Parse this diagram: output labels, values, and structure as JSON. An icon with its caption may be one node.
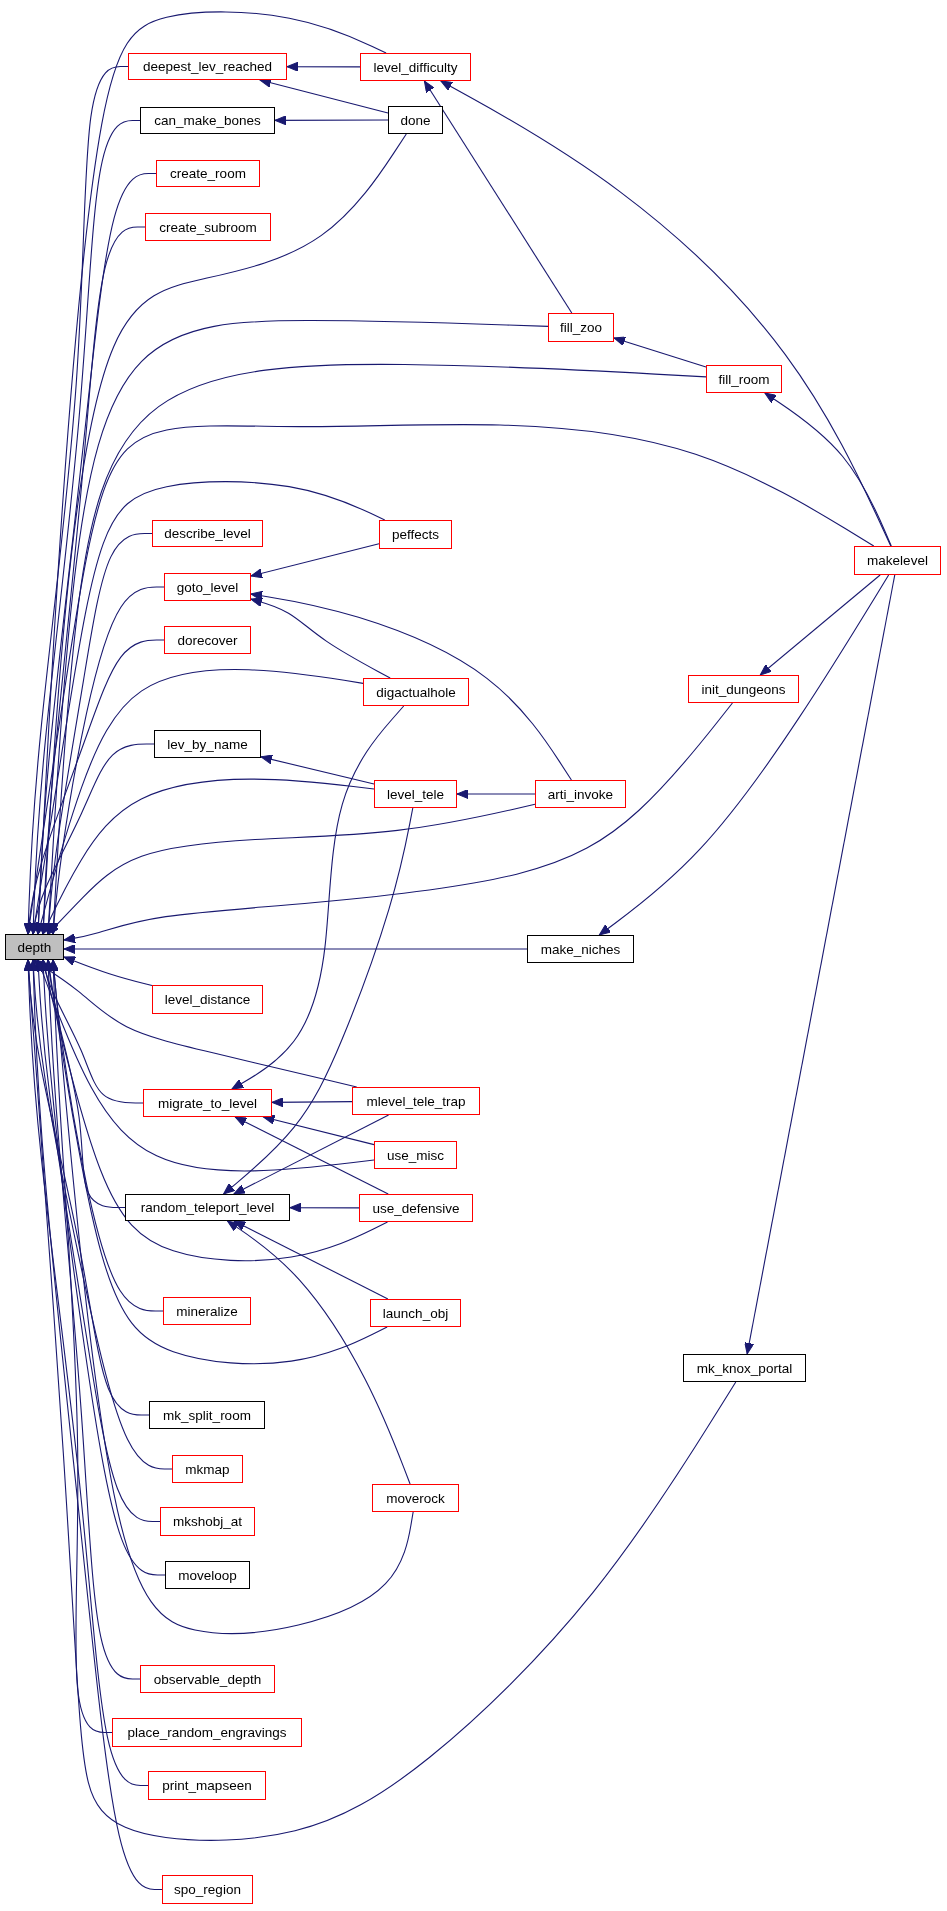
{
  "diagram": {
    "nodes": [
      {
        "text": [
          "depth"
        ]
      },
      {
        "text": [
          "deepest_lev_reached"
        ]
      },
      {
        "text": [
          "can_make_bones"
        ]
      },
      {
        "text": [
          "create_room"
        ]
      },
      {
        "text": [
          "create_subroom"
        ]
      },
      {
        "text": [
          "describe_level"
        ]
      },
      {
        "text": [
          "goto_level"
        ]
      },
      {
        "text": [
          "dorecover"
        ]
      },
      {
        "text": [
          "lev_by_name"
        ]
      },
      {
        "text": [
          "level_distance"
        ]
      },
      {
        "text": [
          "migrate_to_level"
        ]
      },
      {
        "text": [
          "random_teleport_level"
        ]
      },
      {
        "text": [
          "mineralize"
        ]
      },
      {
        "text": [
          "mk_split_room"
        ]
      },
      {
        "text": [
          "mkmap"
        ]
      },
      {
        "text": [
          "mkshobj_at"
        ]
      },
      {
        "text": [
          "moveloop"
        ]
      },
      {
        "text": [
          "observable_depth"
        ]
      },
      {
        "text": [
          "place_random_engravings"
        ]
      },
      {
        "text": [
          "print_mapseen"
        ]
      },
      {
        "text": [
          "spo_region"
        ]
      },
      {
        "text": [
          "level_difficulty"
        ]
      },
      {
        "text": [
          "done"
        ]
      },
      {
        "text": [
          "fill_zoo"
        ]
      },
      {
        "text": [
          "fill_room"
        ]
      },
      {
        "text": [
          "peffects"
        ]
      },
      {
        "text": [
          "makelevel"
        ]
      },
      {
        "text": [
          "digactualhole"
        ]
      },
      {
        "text": [
          "init_dungeons"
        ]
      },
      {
        "text": [
          "level_tele"
        ]
      },
      {
        "text": [
          "arti_invoke"
        ]
      },
      {
        "text": [
          "make_niches"
        ]
      },
      {
        "text": [
          "mlevel_tele_trap"
        ]
      },
      {
        "text": [
          "use_misc"
        ]
      },
      {
        "text": [
          "use_defensive"
        ]
      },
      {
        "text": [
          "launch_obj"
        ]
      },
      {
        "text": [
          "moverock"
        ]
      },
      {
        "text": [
          "mk_knox_portal"
        ]
      }
    ],
    "edges": [
      {
        "from": 1,
        "to": 0,
        "arrow": "to"
      },
      {
        "from": 2,
        "to": 0,
        "arrow": "to"
      },
      {
        "from": 3,
        "to": 0,
        "arrow": "to"
      },
      {
        "from": 4,
        "to": 0,
        "arrow": "to"
      },
      {
        "from": 5,
        "to": 0,
        "arrow": "to"
      },
      {
        "from": 6,
        "to": 0,
        "arrow": "to"
      },
      {
        "from": 7,
        "to": 0,
        "arrow": "to"
      },
      {
        "from": 8,
        "to": 0,
        "arrow": "to"
      },
      {
        "from": 9,
        "to": 0,
        "arrow": "to"
      },
      {
        "from": 10,
        "to": 0,
        "arrow": "to"
      },
      {
        "from": 11,
        "to": 0,
        "arrow": "to"
      },
      {
        "from": 12,
        "to": 0,
        "arrow": "to"
      },
      {
        "from": 13,
        "to": 0,
        "arrow": "to"
      },
      {
        "from": 14,
        "to": 0,
        "arrow": "to"
      },
      {
        "from": 15,
        "to": 0,
        "arrow": "to"
      },
      {
        "from": 16,
        "to": 0,
        "arrow": "to"
      },
      {
        "from": 17,
        "to": 0,
        "arrow": "to"
      },
      {
        "from": 18,
        "to": 0,
        "arrow": "to"
      },
      {
        "from": 19,
        "to": 0,
        "arrow": "to"
      },
      {
        "from": 20,
        "to": 0,
        "arrow": "to"
      },
      {
        "from": 21,
        "to": 0,
        "arrow": "to"
      },
      {
        "from": 22,
        "to": 0,
        "arrow": "to"
      },
      {
        "from": 23,
        "to": 0,
        "arrow": "to"
      },
      {
        "from": 24,
        "to": 0,
        "arrow": "to"
      },
      {
        "from": 26,
        "to": 0,
        "arrow": "to"
      },
      {
        "from": 25,
        "to": 0,
        "arrow": "to"
      },
      {
        "from": 27,
        "to": 0,
        "arrow": "to"
      },
      {
        "from": 29,
        "to": 0,
        "arrow": "to"
      },
      {
        "from": 30,
        "to": 0,
        "arrow": "to"
      },
      {
        "from": 28,
        "to": 0,
        "arrow": "to"
      },
      {
        "from": 31,
        "to": 0,
        "arrow": "to"
      },
      {
        "from": 32,
        "to": 0,
        "arrow": "to"
      },
      {
        "from": 33,
        "to": 0,
        "arrow": "to"
      },
      {
        "from": 34,
        "to": 0,
        "arrow": "to"
      },
      {
        "from": 35,
        "to": 0,
        "arrow": "to"
      },
      {
        "from": 36,
        "to": 0,
        "arrow": "to"
      },
      {
        "from": 37,
        "to": 0,
        "arrow": "to"
      },
      {
        "from": 21,
        "to": 1,
        "arrow": "to"
      },
      {
        "from": 22,
        "to": 1,
        "arrow": "to"
      },
      {
        "from": 22,
        "to": 2,
        "arrow": "to"
      },
      {
        "from": 23,
        "to": 21,
        "arrow": "to"
      },
      {
        "from": 26,
        "to": 21,
        "arrow": "to"
      },
      {
        "from": 24,
        "to": 23,
        "arrow": "to"
      },
      {
        "from": 26,
        "to": 24,
        "arrow": "to"
      },
      {
        "from": 25,
        "to": 6,
        "arrow": "to"
      },
      {
        "from": 27,
        "to": 6,
        "arrow": "to"
      },
      {
        "from": 30,
        "to": 6,
        "arrow": "to"
      },
      {
        "from": 29,
        "to": 8,
        "arrow": "to"
      },
      {
        "from": 30,
        "to": 29,
        "arrow": "to"
      },
      {
        "from": 26,
        "to": 28,
        "arrow": "to"
      },
      {
        "from": 26,
        "to": 31,
        "arrow": "to"
      },
      {
        "from": 26,
        "to": 37,
        "arrow": "to"
      },
      {
        "from": 27,
        "to": 10,
        "arrow": "to"
      },
      {
        "from": 32,
        "to": 10,
        "arrow": "to"
      },
      {
        "from": 33,
        "to": 10,
        "arrow": "to"
      },
      {
        "from": 34,
        "to": 10,
        "arrow": "to"
      },
      {
        "from": 29,
        "to": 11,
        "arrow": "to"
      },
      {
        "from": 32,
        "to": 11,
        "arrow": "to"
      },
      {
        "from": 34,
        "to": 11,
        "arrow": "to"
      },
      {
        "from": 35,
        "to": 11,
        "arrow": "to"
      },
      {
        "from": 36,
        "to": 11,
        "arrow": "to"
      }
    ]
  }
}
